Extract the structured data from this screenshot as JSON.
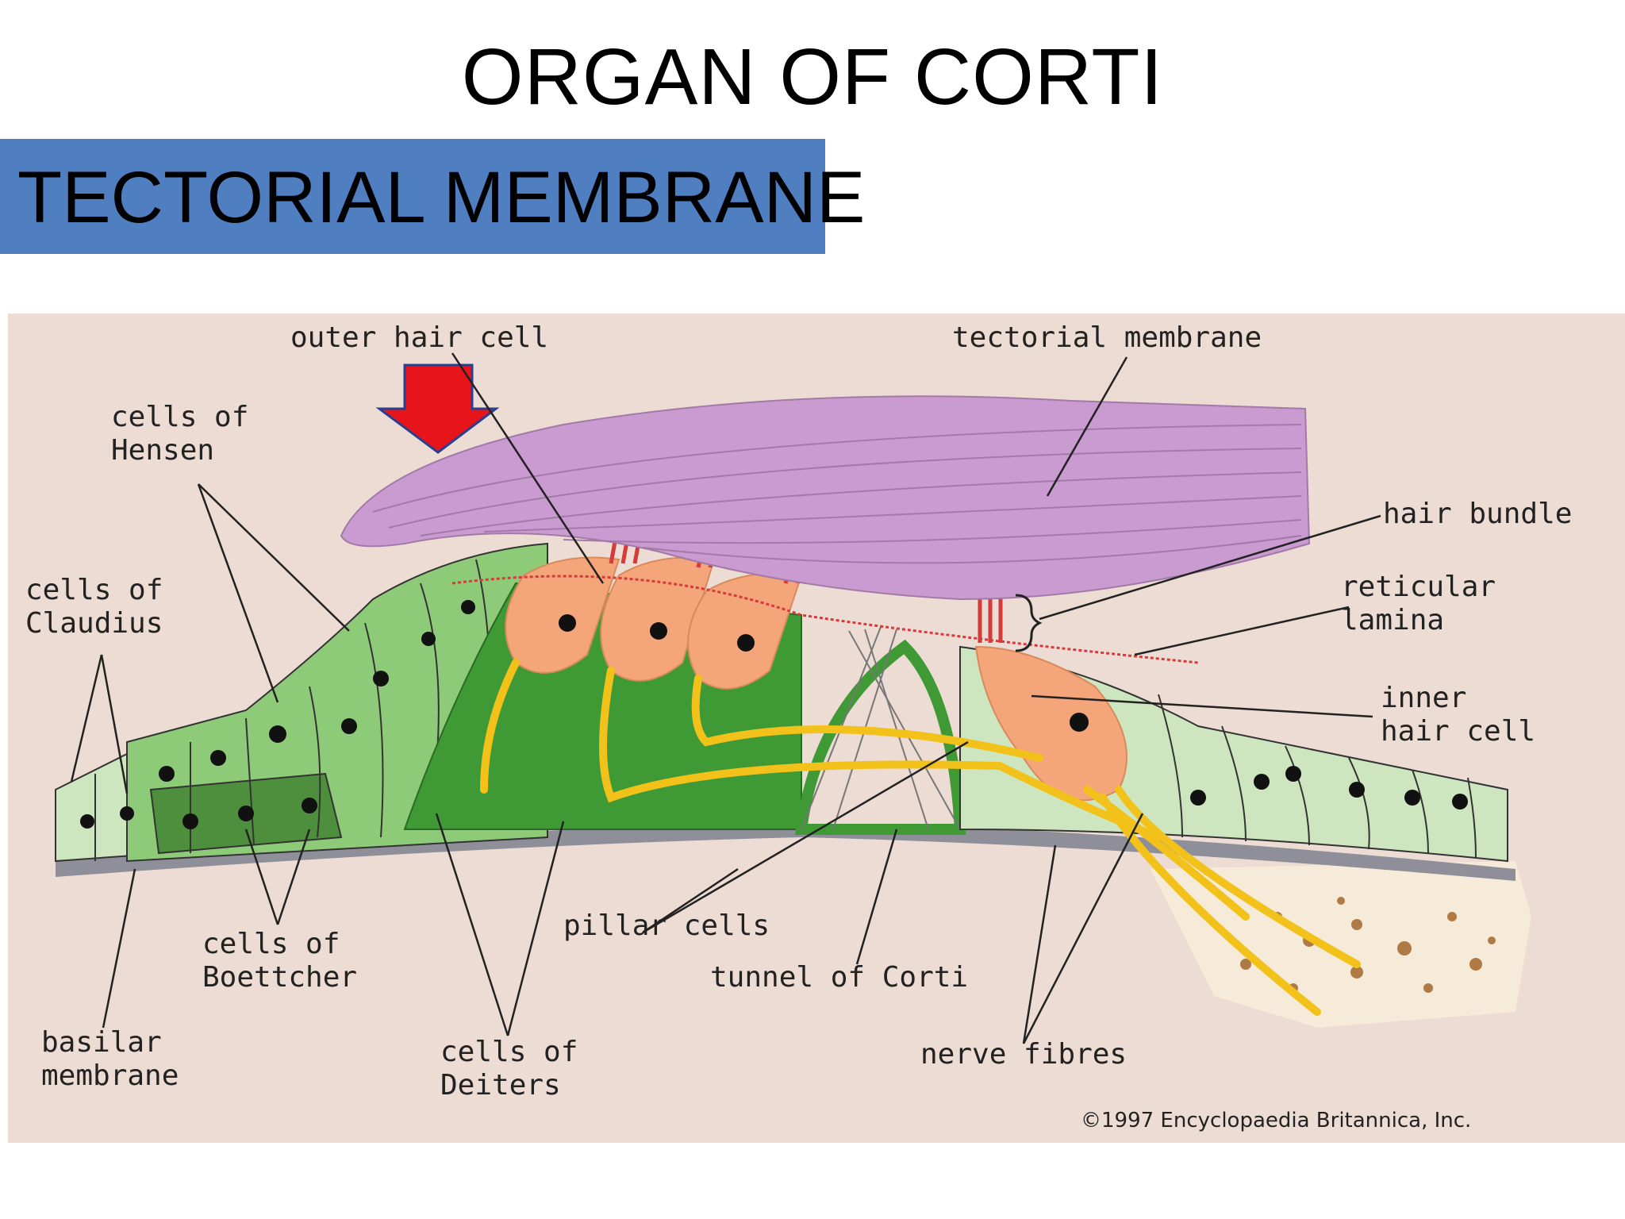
{
  "slide": {
    "title": "ORGAN OF CORTI",
    "subtitle": "TECTORIAL MEMBRANE"
  },
  "diagram": {
    "labels": {
      "outer_hair_cell": "outer hair cell",
      "tectorial_membrane": "tectorial membrane",
      "cells_of_hensen_1": "cells of",
      "cells_of_hensen_2": "Hensen",
      "hair_bundle": "hair bundle",
      "cells_of_claudius_1": "cells of",
      "cells_of_claudius_2": "Claudius",
      "reticular_lamina_1": "reticular",
      "reticular_lamina_2": "lamina",
      "inner_hair_cell_1": "inner",
      "inner_hair_cell_2": "hair cell",
      "pillar_cells": "pillar cells",
      "cells_of_boettcher_1": "cells of",
      "cells_of_boettcher_2": "Boettcher",
      "tunnel_of_corti": "tunnel of Corti",
      "basilar_membrane_1": "basilar",
      "basilar_membrane_2": "membrane",
      "cells_of_deiters_1": "cells of",
      "cells_of_deiters_2": "Deiters",
      "nerve_fibres": "nerve fibres"
    },
    "credit": "©1997 Encyclopaedia Britannica, Inc.",
    "colors": {
      "background": "#ecdcd4",
      "tectorial": "#c99bd0",
      "light_green": "#cde6c0",
      "mid_green": "#7fbf6a",
      "dark_green": "#3f9a36",
      "hair_cell": "#f4a57a",
      "nerve": "#f2c21b",
      "arrow": "#e8141b",
      "subtitle_box": "#4f7fc0"
    }
  }
}
